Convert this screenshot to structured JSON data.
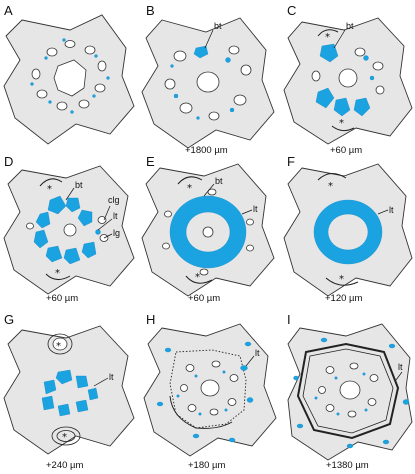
{
  "figure": {
    "panels": [
      {
        "letter": "A",
        "caption": ""
      },
      {
        "letter": "B",
        "caption": "+1800 µm"
      },
      {
        "letter": "C",
        "caption": "+60 µm"
      },
      {
        "letter": "D",
        "caption": "+60 µm"
      },
      {
        "letter": "E",
        "caption": "+60 µm"
      },
      {
        "letter": "F",
        "caption": "+120 µm"
      },
      {
        "letter": "G",
        "caption": "+240 µm"
      },
      {
        "letter": "H",
        "caption": "+180 µm"
      },
      {
        "letter": "I",
        "caption": "+1380 µm"
      }
    ],
    "labels": {
      "bt": "bt",
      "lt": "lt",
      "clg": "clg",
      "lg": "lg",
      "star": "*"
    },
    "colors": {
      "tissue": "#e6e6e6",
      "highlight": "#1aa3e0",
      "outline": "#333333"
    }
  }
}
